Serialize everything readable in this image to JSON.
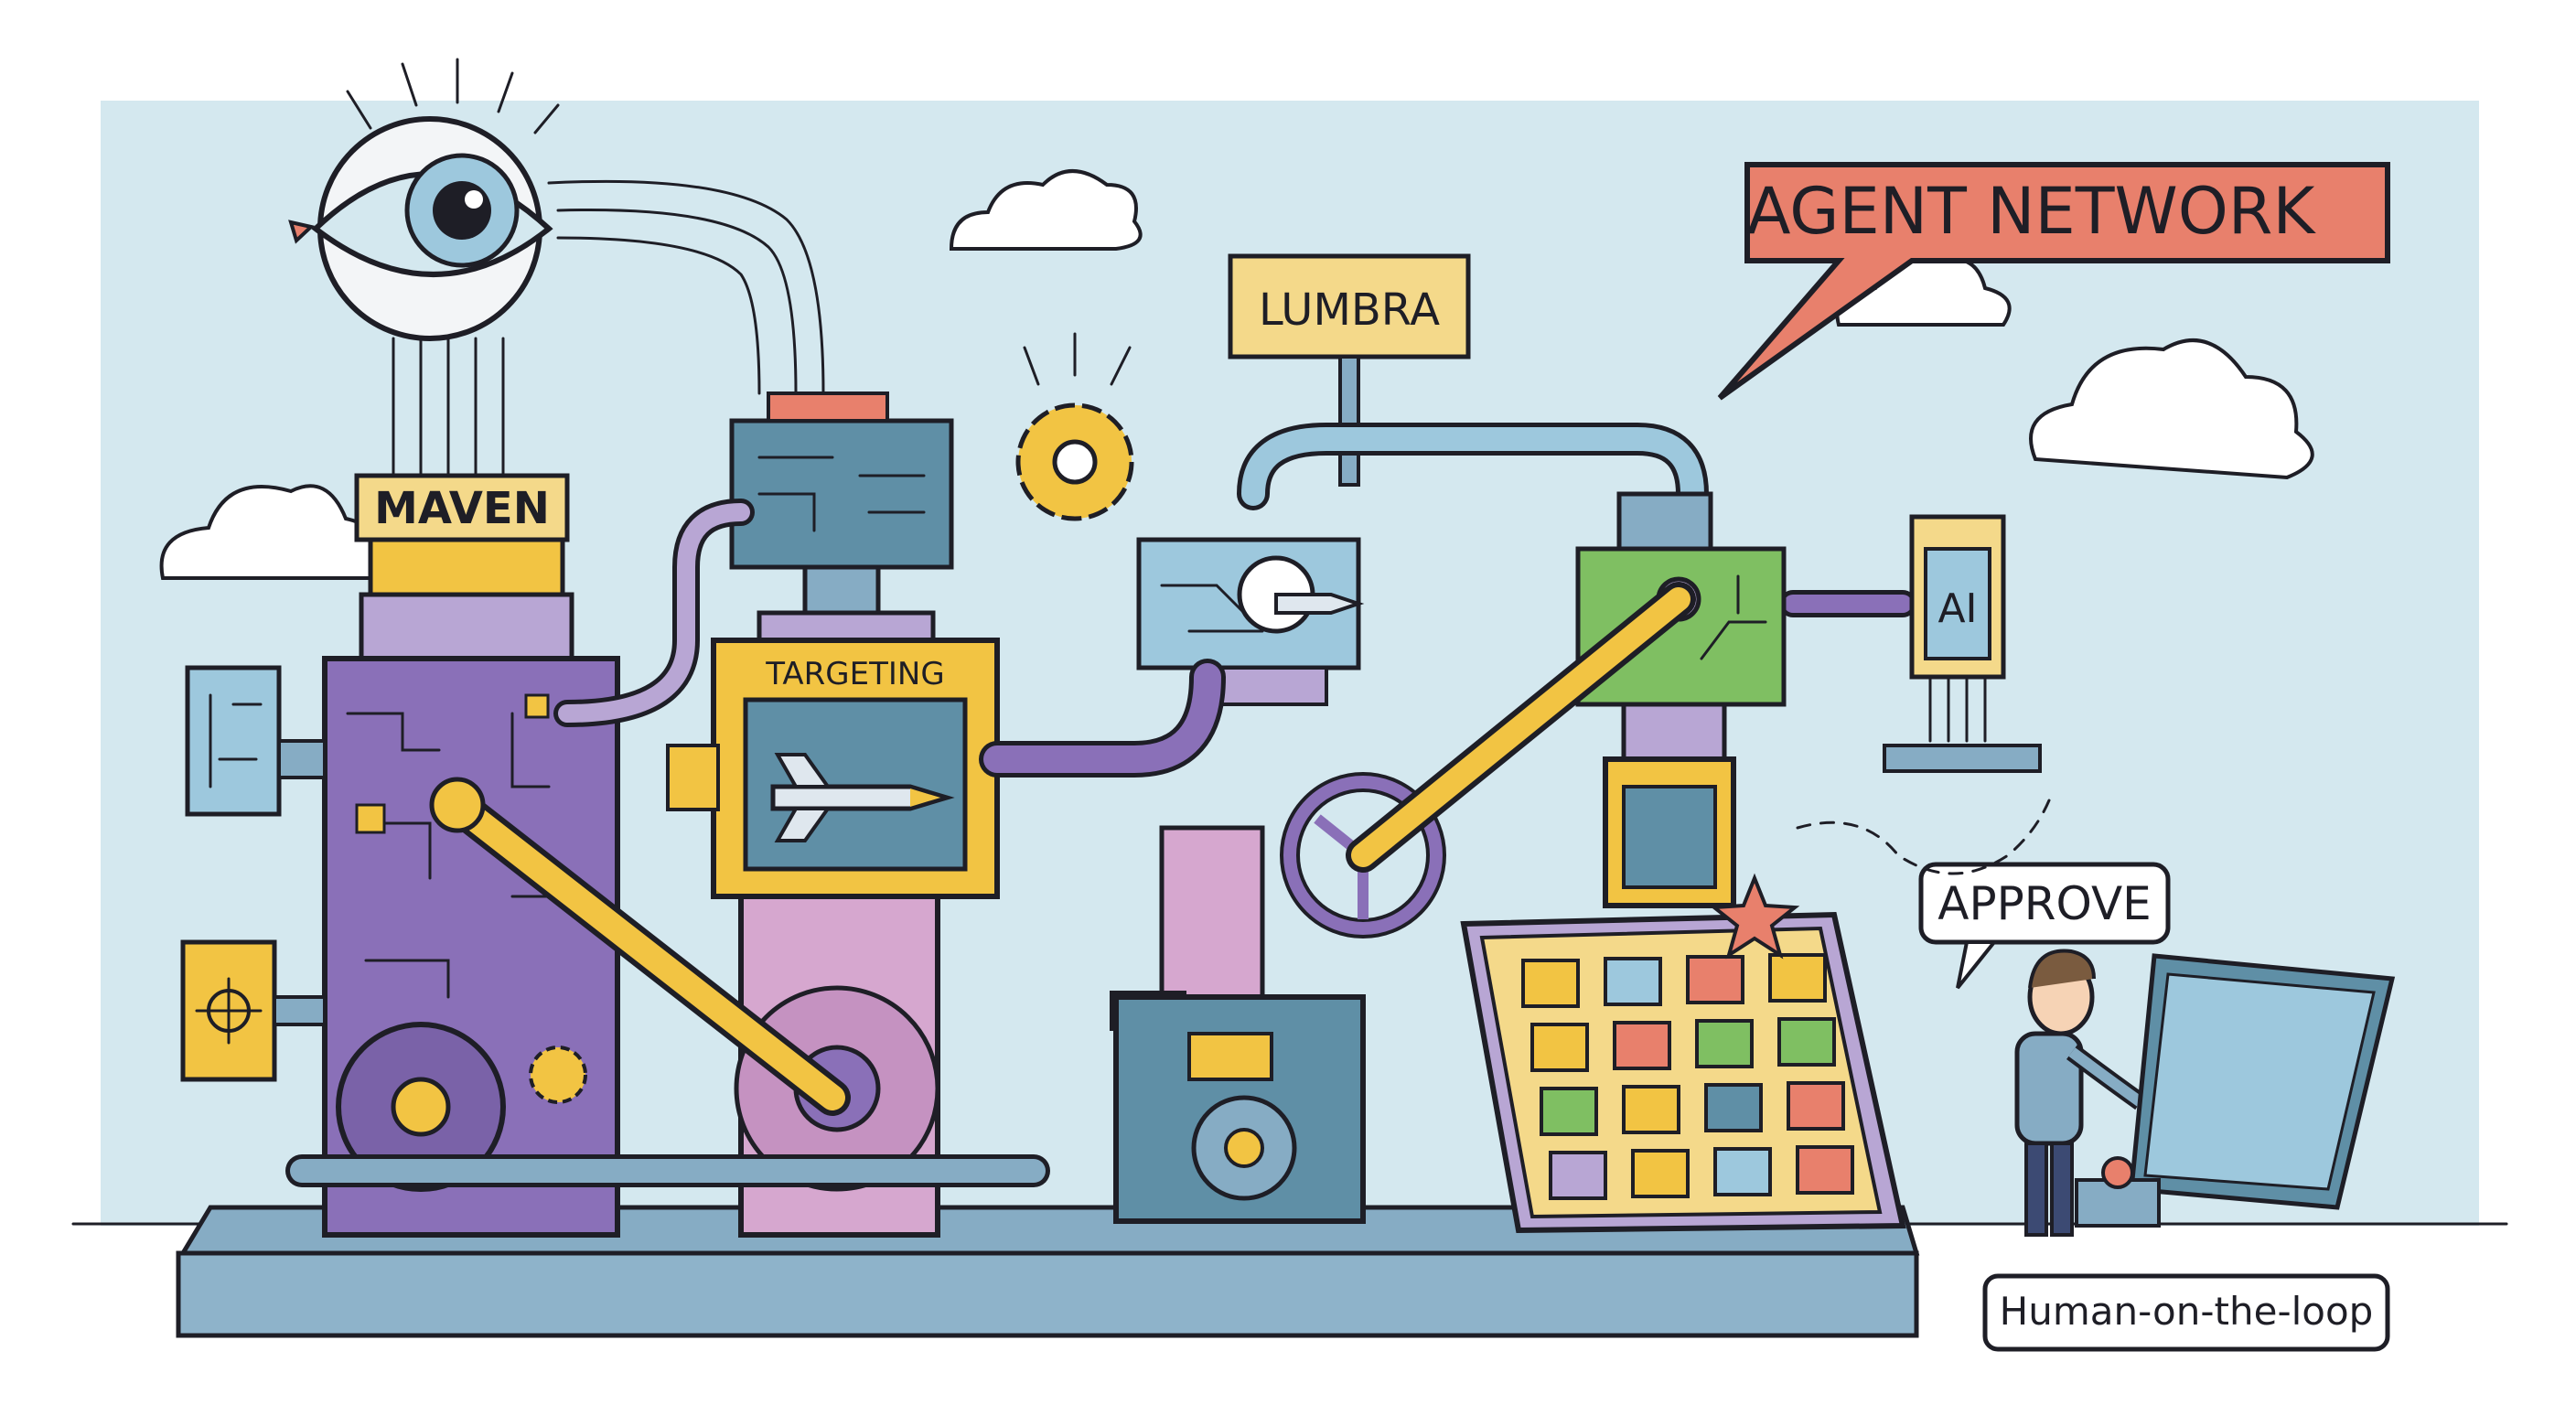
{
  "labels": {
    "agent_network": "AGENT NETWORK",
    "lumbra": "LUMBRA",
    "maven": "MAVEN",
    "targeting": "TARGETING",
    "ai": "AI",
    "approve": "APPROVE",
    "human_on_the_loop": "Human-on-the-loop"
  },
  "colors": {
    "sky": "#d4e8ef",
    "callout_red": "#e8806c",
    "label_yellow": "#f4d98a",
    "purple": "#8a70b8",
    "pink": "#d6a7cf",
    "teal": "#5f8fa6",
    "green": "#7fbf62",
    "gold": "#f2c443",
    "base": "#86acc4"
  },
  "icons": [
    "eye-icon",
    "gear-icon",
    "missile-icon",
    "crosshair-icon",
    "cloud-icon",
    "star-icon",
    "button-icon"
  ]
}
